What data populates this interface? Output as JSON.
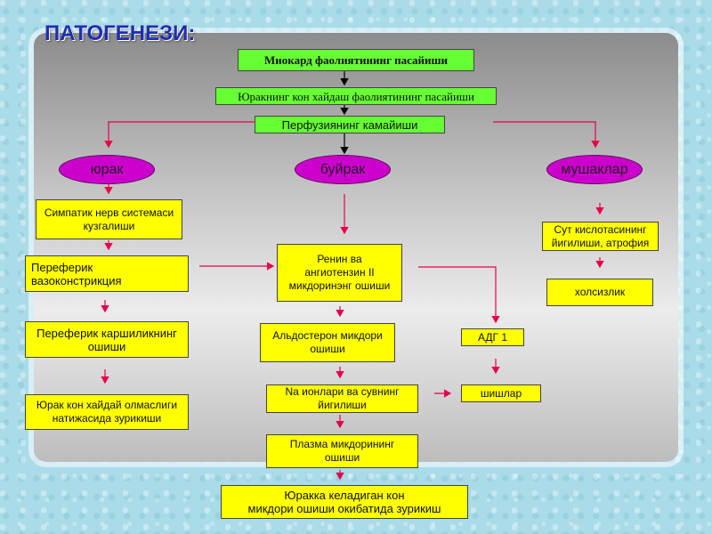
{
  "title": "ПАТОГЕНЕЗИ:",
  "colors": {
    "green": "#66ff33",
    "yellow": "#ffff00",
    "magenta": "#cc00cc",
    "arrow_red": "#e8004a",
    "arrow_black": "#000000",
    "title_blue": "#1d2fb0"
  },
  "top": {
    "myocard": "Миокард фаолиятининг пасайиши",
    "heart_pump": "Юракнинг кон хайдаш фаолиятининг пасайиши",
    "perfusion": "Перфузиянинг камайиши"
  },
  "organs": {
    "heart": "юрак",
    "kidney": "буйрак",
    "muscle": "мушаклар"
  },
  "heart_branch": {
    "sympathetic": "Симпатик нерв системаси\nкузгалиши",
    "vasoconstriction": "Переферик\nвазоконстрикция",
    "resistance": "Переферик каршиликнинг\nошиши",
    "failure": "Юрак кон хайдай олмаслиги\nнатижасида зурикиши"
  },
  "kidney_branch": {
    "renin": "Ренин ва\nангиотензин II\nмикдоринэнг ошиши",
    "aldosterone": "Альдостерон микдори\nошиши",
    "sodium": "Na ионлари ва сувнинг\nйигилиши",
    "plasma": "Плазма микдорининг\nошиши",
    "result": "Юракка келадиган кон\nмикдори ошиши окибатида зурикиш"
  },
  "adg_branch": {
    "adg": "АДГ 1",
    "edema": "шишлар"
  },
  "muscle_branch": {
    "lactic": "Сут кислотасининг\nйигилиши, атрофия",
    "weakness": "холсизлик"
  }
}
